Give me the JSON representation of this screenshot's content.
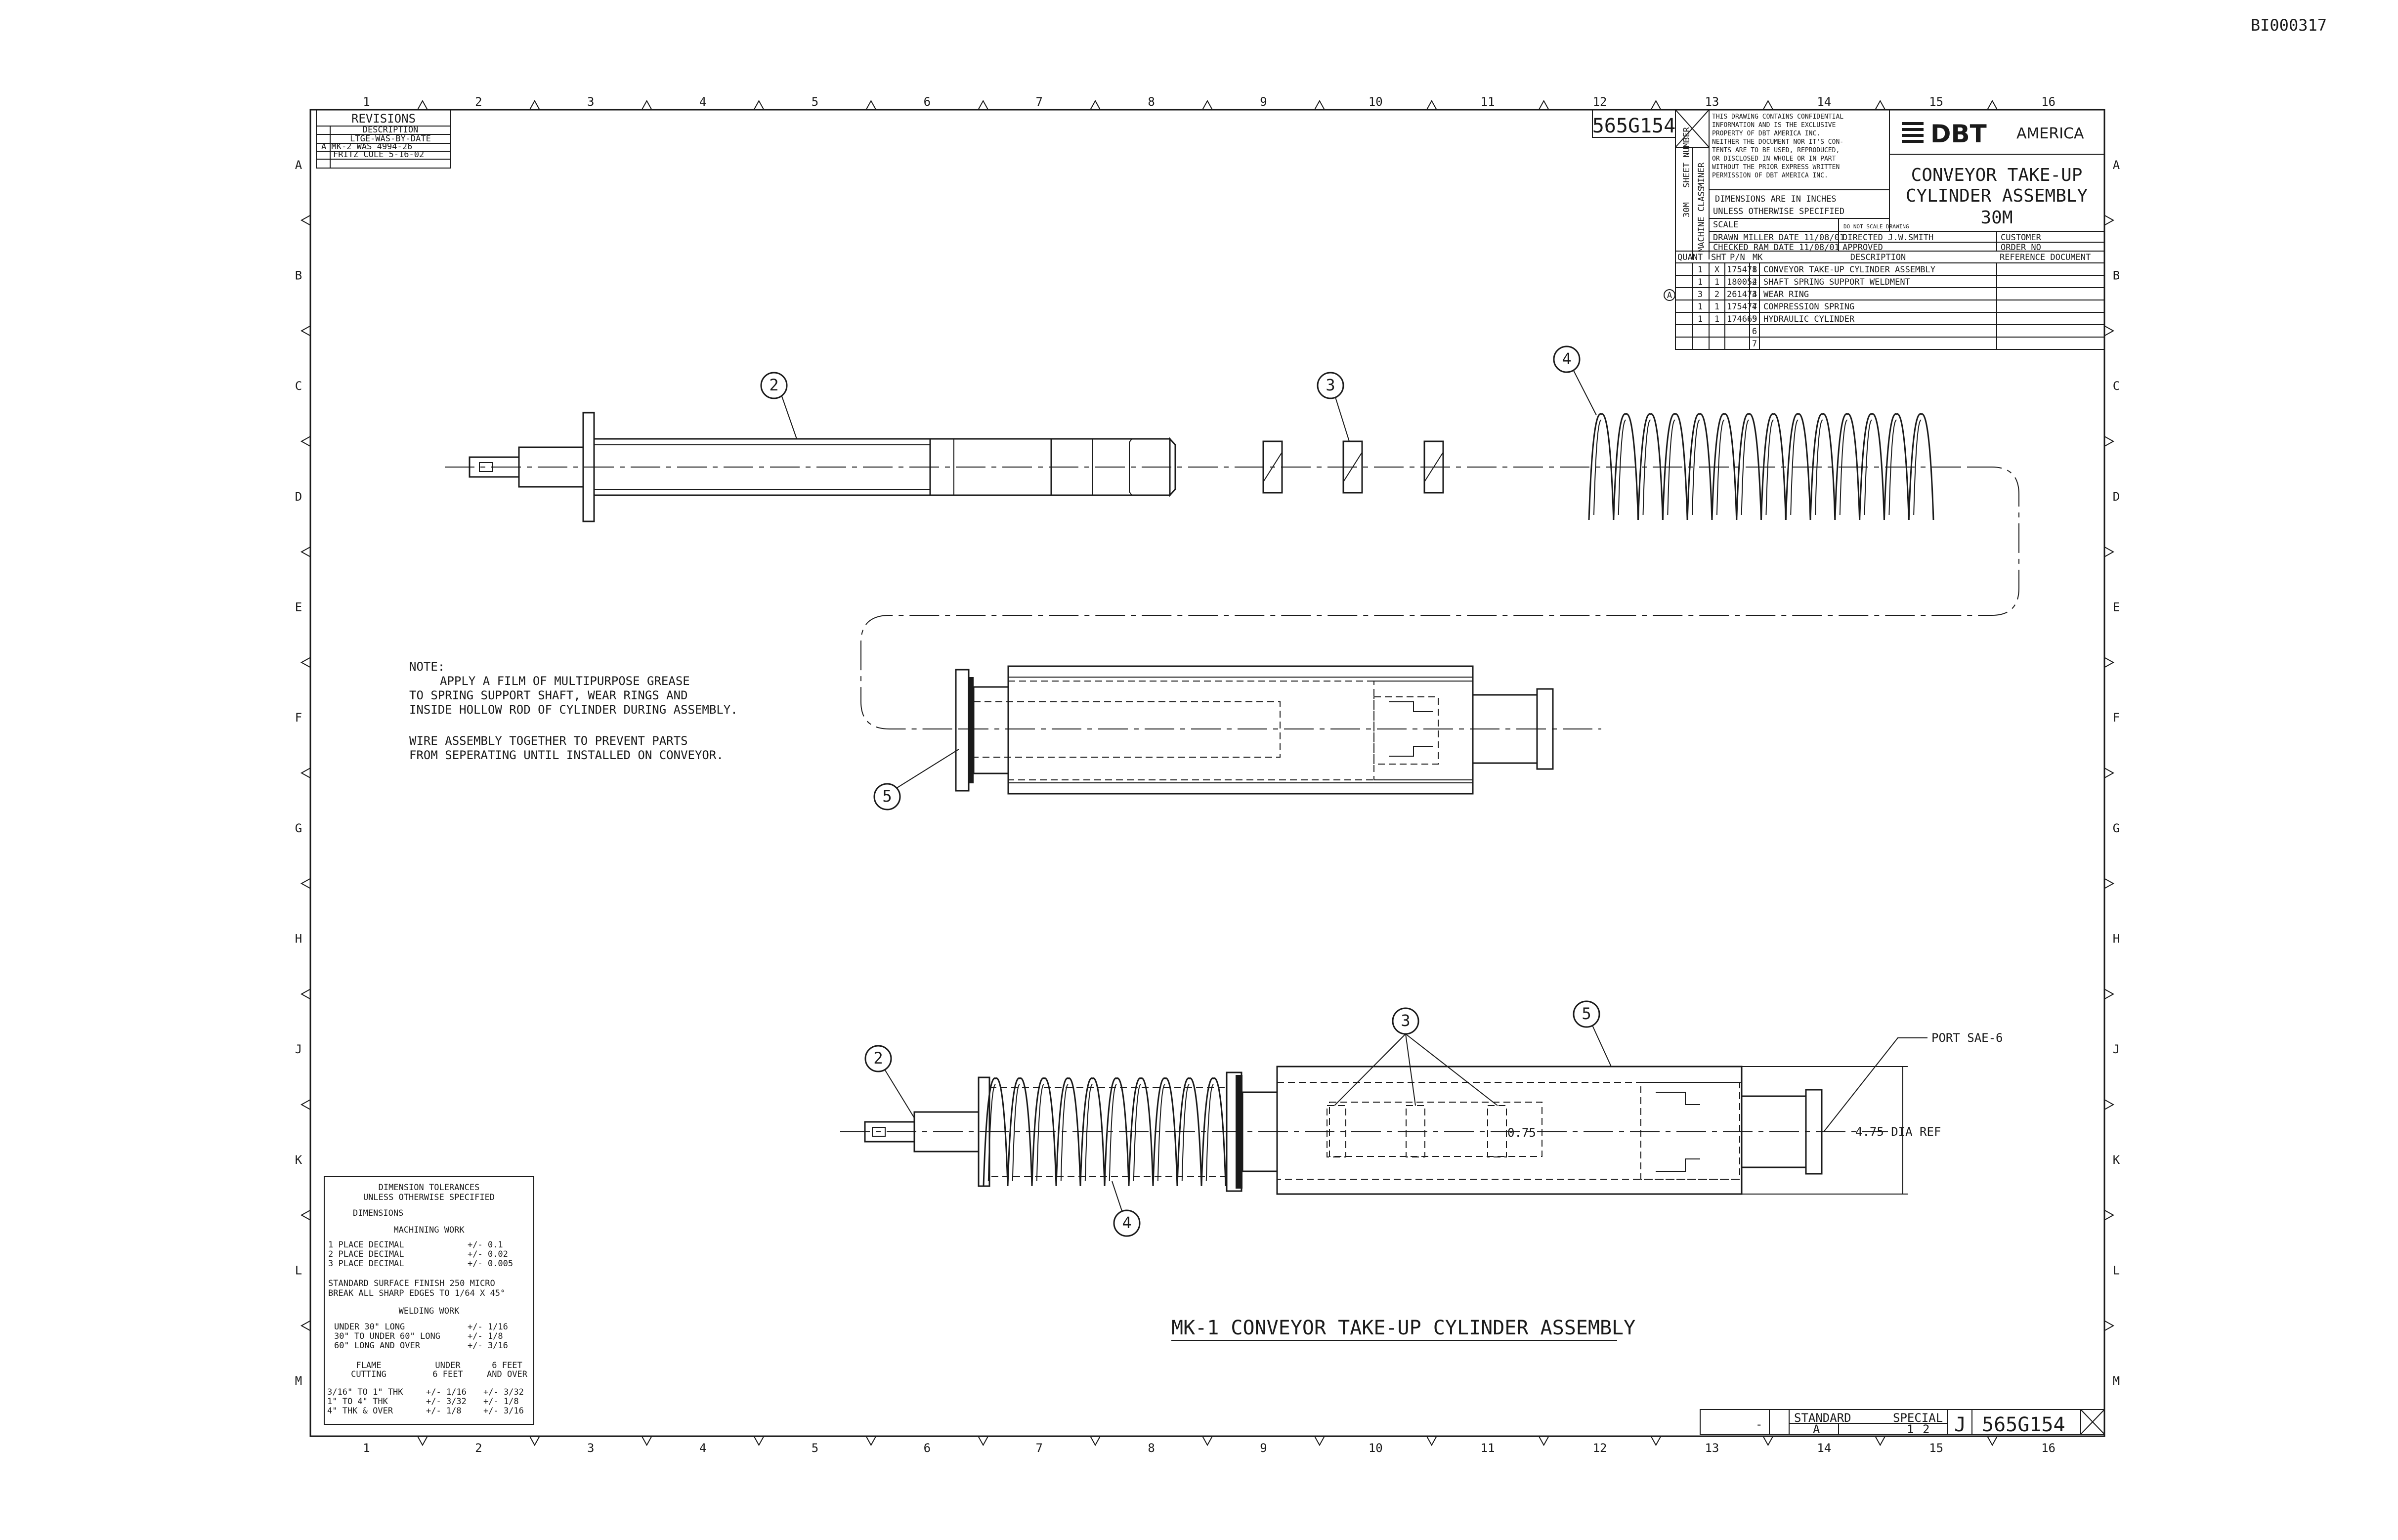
{
  "doc_id": "BI000317",
  "column_numbers": [
    "1",
    "2",
    "3",
    "4",
    "5",
    "6",
    "7",
    "8",
    "9",
    "10",
    "11",
    "12",
    "13",
    "14",
    "15",
    "16"
  ],
  "row_letters": [
    "A",
    "B",
    "C",
    "D",
    "E",
    "F",
    "G",
    "H",
    "J",
    "K",
    "L",
    "M"
  ],
  "revisions": {
    "title": "REVISIONS",
    "header": "DESCRIPTION",
    "subheader": "LTGE-WAS-BY-DATE",
    "row1": "A  MK-2 WAS 4994-26",
    "row2": "FRITZ COLE 5-16-02"
  },
  "drawing_number_top": "565G154",
  "confidential_note": [
    "THIS DRAWING CONTAINS CONFIDENTIAL",
    "INFORMATION AND IS THE EXCLUSIVE",
    "PROPERTY OF DBT AMERICA INC.",
    "NEITHER THE DOCUMENT NOR IT'S CON-",
    "TENTS ARE TO BE USED, REPRODUCED,",
    "OR DISCLOSED IN WHOLE OR IN PART",
    "WITHOUT THE PRIOR EXPRESS WRITTEN",
    "PERMISSION OF DBT AMERICA INC."
  ],
  "units_note": [
    "DIMENSIONS ARE IN INCHES",
    "UNLESS OTHERWISE SPECIFIED"
  ],
  "side_labels": [
    "SHEET NUMBER",
    "30M",
    "MINER",
    "MACHINE CLASS"
  ],
  "scale_label": "SCALE",
  "scale_value": "DO NOT SCALE DRAWING",
  "company": {
    "name": "DBT",
    "suffix": "AMERICA"
  },
  "drawing_title": [
    "CONVEYOR TAKE-UP",
    "CYLINDER ASSEMBLY",
    "30M"
  ],
  "drawn_row": {
    "drawn": "DRAWN  MILLER DATE 11/08/01",
    "directed": "DIRECTED   J.W.SMITH",
    "customer": "CUSTOMER"
  },
  "checked_row": {
    "checked": "CHECKED  RAM  DATE 11/08/01",
    "approved": "APPROVED",
    "order": "ORDER NO"
  },
  "bom_header": {
    "quant": "QUANT",
    "sht": "SHT",
    "pn": "P/N",
    "mk": "MK",
    "desc": "DESCRIPTION",
    "ref": "REFERENCE DOCUMENT"
  },
  "bom": [
    {
      "qty": "1",
      "sht": "X",
      "pn": "175478",
      "mk": "1",
      "desc": "CONVEYOR TAKE-UP CYLINDER ASSEMBLY"
    },
    {
      "qty": "1",
      "sht": "1",
      "pn": "180054",
      "mk": "2",
      "desc": "SHAFT SPRING SUPPORT WELDMENT"
    },
    {
      "qty": "3",
      "sht": "2",
      "pn": "261474",
      "mk": "3",
      "desc": "WEAR RING"
    },
    {
      "qty": "1",
      "sht": "1",
      "pn": "175477",
      "mk": "4",
      "desc": "COMPRESSION SPRING"
    },
    {
      "qty": "1",
      "sht": "1",
      "pn": "174669",
      "mk": "5",
      "desc": "HYDRAULIC CYLINDER"
    },
    {
      "qty": "",
      "sht": "",
      "pn": "",
      "mk": "6",
      "desc": ""
    },
    {
      "qty": "",
      "sht": "",
      "pn": "",
      "mk": "7",
      "desc": ""
    }
  ],
  "bom_rev_marker": "A",
  "note": {
    "heading": "NOTE:",
    "lines": [
      "APPLY A FILM OF MULTIPURPOSE GREASE",
      "TO SPRING SUPPORT SHAFT, WEAR RINGS AND",
      "INSIDE HOLLOW ROD OF CYLINDER DURING ASSEMBLY.",
      "WIRE ASSEMBLY TOGETHER TO PREVENT PARTS",
      "FROM SEPERATING UNTIL INSTALLED ON CONVEYOR."
    ]
  },
  "balloons": {
    "b2": "2",
    "b3": "3",
    "b4": "4",
    "b5": "5"
  },
  "port_label": "PORT SAE-6",
  "dia_label": "4.75 DIA REF",
  "dim_small": "0.75",
  "assembly_caption": "MK-1 CONVEYOR TAKE-UP CYLINDER ASSEMBLY",
  "tolerances": {
    "title1": "DIMENSION TOLERANCES",
    "title2": "UNLESS OTHERWISE SPECIFIED",
    "dimensions": "DIMENSIONS",
    "machining": "MACHINING WORK",
    "rows1": [
      [
        "1 PLACE DECIMAL",
        "+/- 0.1"
      ],
      [
        "2 PLACE DECIMAL",
        "+/- 0.02"
      ],
      [
        "3 PLACE DECIMAL",
        "+/- 0.005"
      ]
    ],
    "finish1": "STANDARD SURFACE FINISH 250 MICRO",
    "finish2": "BREAK ALL SHARP EDGES TO 1/64 X 45°",
    "welding": "WELDING WORK",
    "rows2": [
      [
        "UNDER 30\" LONG",
        "+/- 1/16"
      ],
      [
        "30\" TO UNDER 60\" LONG",
        "+/- 1/8"
      ],
      [
        "60\" LONG AND OVER",
        "+/- 3/16"
      ]
    ],
    "flame_h1": "FLAME",
    "flame_h2": "CUTTING",
    "under_h1": "UNDER",
    "under_h2": "6 FEET",
    "over_h1": "6 FEET",
    "over_h2": "AND OVER",
    "rows3": [
      [
        "3/16\" TO 1\" THK",
        "+/- 1/16",
        "+/- 3/32"
      ],
      [
        "1\" TO 4\" THK",
        "+/- 3/32",
        "+/- 1/8"
      ],
      [
        "4\" THK & OVER",
        "+/- 1/8",
        "+/- 3/16"
      ]
    ]
  },
  "bottom_block": {
    "dash": "-",
    "standard": "STANDARD",
    "special": "SPECIAL",
    "size_a": "A",
    "sheet": "1",
    "sheet_of": "2",
    "rev": "J",
    "number": "565G154"
  },
  "colors": {
    "ink": "#1a1a1a",
    "paper": "#ffffff"
  }
}
